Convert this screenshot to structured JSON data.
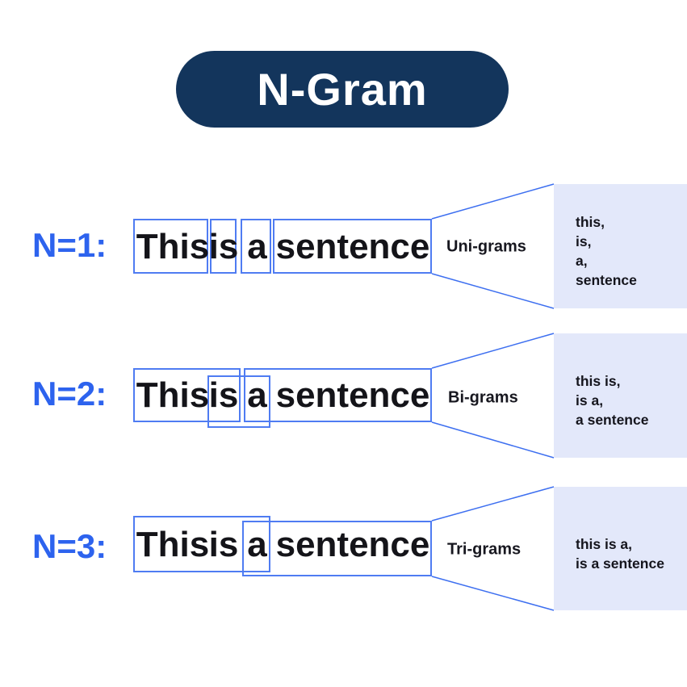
{
  "title": "N-Gram",
  "colors": {
    "title_pill_bg": "#13355c",
    "title_text": "#ffffff",
    "n_label_blue": "#2d63ee",
    "box_border_blue": "#4f7cf2",
    "funnel_line_blue": "#3d6ff0",
    "panel_bg": "#e3e8fa",
    "body_text": "#141419"
  },
  "rows": [
    {
      "n_label": "N=1:",
      "words": [
        "This",
        "is",
        "a",
        "sentence"
      ],
      "gram_label": "Uni-grams",
      "outputs": [
        "this,",
        "is,",
        "a,",
        "sentence"
      ]
    },
    {
      "n_label": "N=2:",
      "words": [
        "This",
        "is",
        "a",
        "sentence"
      ],
      "gram_label": "Bi-grams",
      "outputs": [
        "this is,",
        "is a,",
        "a sentence"
      ]
    },
    {
      "n_label": "N=3:",
      "words": [
        "This",
        "is",
        "a",
        "sentence"
      ],
      "gram_label": "Tri-grams",
      "outputs": [
        "this is a,",
        "is a sentence"
      ]
    }
  ]
}
